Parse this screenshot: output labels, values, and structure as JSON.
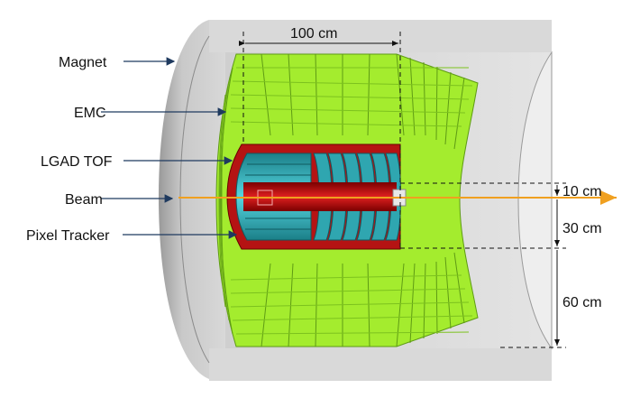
{
  "labels": {
    "magnet": "Magnet",
    "emc": "EMC",
    "lgad_tof": "LGAD TOF",
    "beam": "Beam",
    "pixel_tracker": "Pixel Tracker"
  },
  "dimensions": {
    "length": "100 cm",
    "r_inner": "10 cm",
    "r_mid": "30 cm",
    "r_outer": "60 cm"
  },
  "colors": {
    "magnet": "#d4d4d4",
    "emc": "#9be82a",
    "tof": "#c41515",
    "tracker": "#38b8c4",
    "beam": "#f0a020",
    "arrow": "#1f3a5f"
  }
}
